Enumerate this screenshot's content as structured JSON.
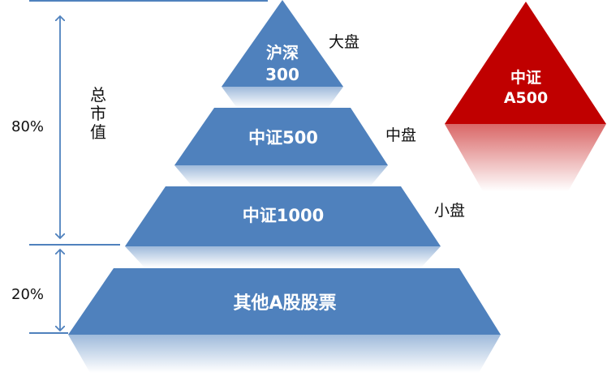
{
  "pyramid": {
    "tiers": [
      {
        "lines": [
          "沪深",
          "300"
        ],
        "size": "大盘"
      },
      {
        "lines": [
          "中证500"
        ],
        "size": "中盘"
      },
      {
        "lines": [
          "中证1000"
        ],
        "size": "小盘"
      },
      {
        "lines": [
          "其他A股股票"
        ],
        "size": ""
      }
    ]
  },
  "axis": {
    "title_chars": [
      "总",
      "市",
      "值"
    ],
    "upper_pct": "80%",
    "lower_pct": "20%"
  },
  "callout": {
    "lines": [
      "中证",
      "A500"
    ],
    "color": "#c00000"
  },
  "colors": {
    "tier_fill": "#4f81bd",
    "arrow": "#4f81bd"
  }
}
